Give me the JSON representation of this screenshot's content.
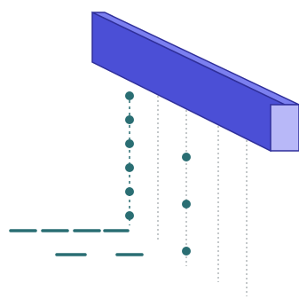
{
  "diagram": {
    "colors": {
      "background": "#ffffff",
      "beam_side": "#4b4fd6",
      "beam_top": "#7b7ff0",
      "beam_end": "#b8b8f8",
      "beam_edge": "#2f2f9a",
      "guide_line": "#8a9096",
      "dot": "#2a6e73",
      "dash": "#2a6e73"
    },
    "shapes": {
      "beam": "rectangular-bar",
      "dot_marker": "circle",
      "dash_marker": "short-dash"
    }
  }
}
